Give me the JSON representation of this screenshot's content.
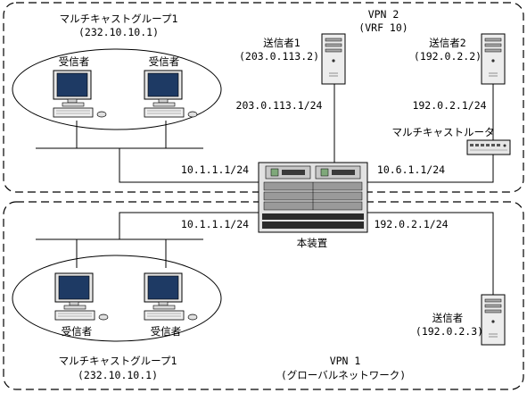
{
  "vpn2": {
    "name": "VPN 2",
    "sub": "(VRF 10)",
    "group_name": "マルチキャストグループ1",
    "group_addr": "(232.10.10.1)",
    "receiver1": "受信者",
    "receiver2": "受信者",
    "sender1_name": "送信者1",
    "sender1_addr": "(203.0.113.2)",
    "sender2_name": "送信者2",
    "sender2_addr": "(192.0.2.2)",
    "sender1_link": "203.0.113.1/24",
    "sender2_link": "192.0.2.1/24",
    "router_name": "マルチキャストルータ",
    "left_link": "10.1.1.1/24",
    "right_link": "10.6.1.1/24"
  },
  "vpn1": {
    "left_link": "10.1.1.1/24",
    "right_link": "192.0.2.1/24",
    "receiver1": "受信者",
    "receiver2": "受信者",
    "group_name": "マルチキャストグループ1",
    "group_addr": "(232.10.10.1)",
    "sender_name": "送信者",
    "sender_addr": "(192.0.2.3)",
    "name": "VPN 1",
    "sub": "(グローバルネットワーク)"
  },
  "device": {
    "name": "本装置"
  }
}
